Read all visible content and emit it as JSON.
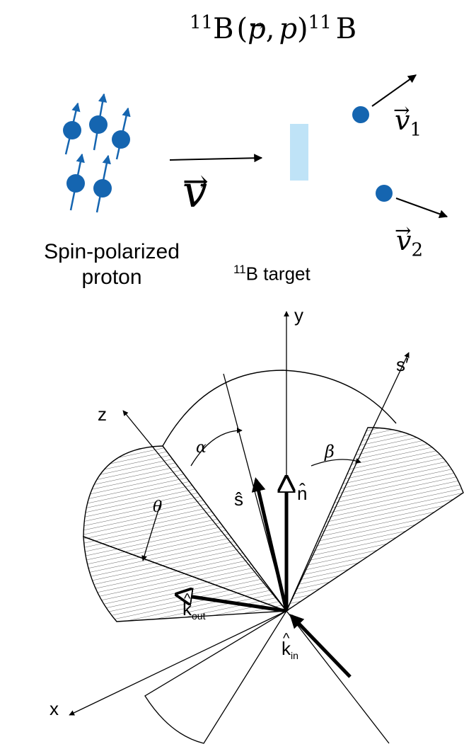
{
  "reaction": {
    "mass_pre": "11",
    "element_pre": "B",
    "paren_open": "(",
    "projectile": "p",
    "comma": ",",
    "ejectile": "p",
    "paren_close": ")",
    "mass_post": "11",
    "element_post": "B"
  },
  "beam": {
    "velocity_symbol": "v",
    "label_line1": "Spin-polarized",
    "label_line2": "proton"
  },
  "target": {
    "mass": "11",
    "label": "B target"
  },
  "outgoing": [
    {
      "symbol": "v",
      "subscript": "1"
    },
    {
      "symbol": "v",
      "subscript": "2"
    }
  ],
  "geometry": {
    "axis_y": "y",
    "axis_z": "z",
    "axis_x": "x",
    "axis_s_prime": "s′",
    "angle_alpha": "α",
    "angle_beta": "β",
    "angle_theta": "θ",
    "vec_s": "ŝ",
    "vec_n": "n̂",
    "k_out_base": "k",
    "k_out_sub": "out",
    "k_in_base": "k",
    "k_in_sub": "in"
  },
  "colors": {
    "proton": "#1565b0",
    "target": "#bfe3f7",
    "ink": "#000000"
  }
}
